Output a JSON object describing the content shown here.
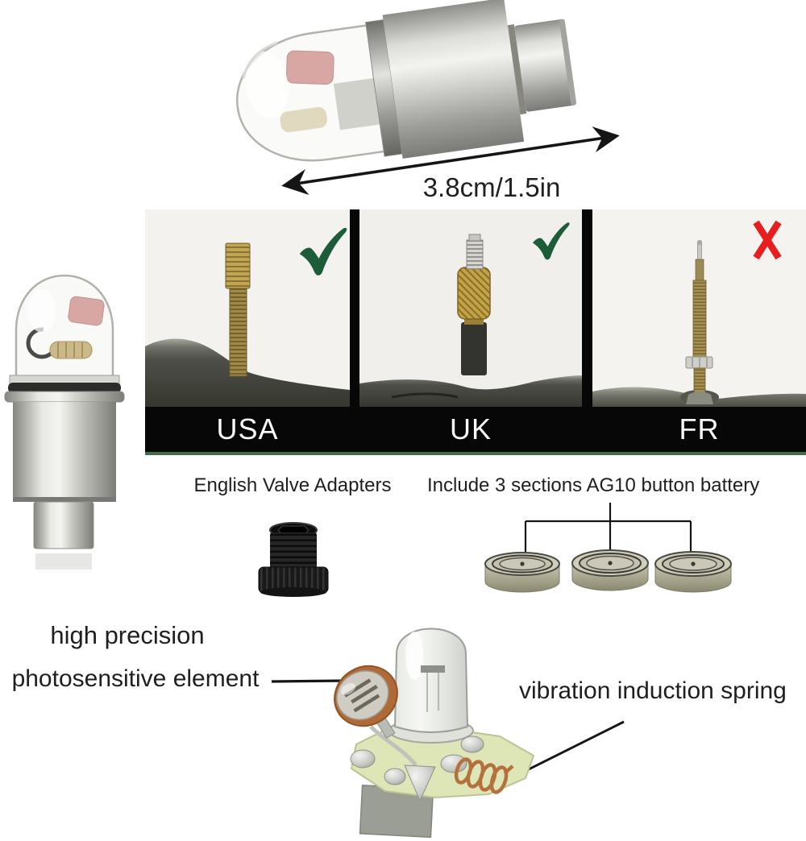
{
  "page": {
    "background": "#ffffff"
  },
  "product": {
    "dimension_label": "3.8cm/1.5in"
  },
  "comparison": {
    "panels": [
      {
        "id": "usa",
        "label": "USA",
        "valve": "Schrader valve",
        "verdict": "compatible",
        "verdict_icon": "check-icon"
      },
      {
        "id": "uk",
        "label": "UK",
        "valve": "Woods valve",
        "verdict": "compatible",
        "verdict_icon": "check-icon"
      },
      {
        "id": "fr",
        "label": "FR",
        "valve": "Presta valve",
        "verdict": "incompatible",
        "verdict_icon": "cross-icon"
      }
    ],
    "colors": {
      "check": "#1d5c39",
      "cross": "#e81d1d",
      "band": "#070707",
      "underline": "#3f6f47"
    }
  },
  "sections": {
    "adapters_title": "English Valve Adapters",
    "battery_title": "Include 3 sections AG10 button battery",
    "battery_count": 3
  },
  "callouts": {
    "precision_line": "high precision",
    "photosensitive_line": "photosensitive element",
    "spring_label": "vibration induction spring"
  }
}
